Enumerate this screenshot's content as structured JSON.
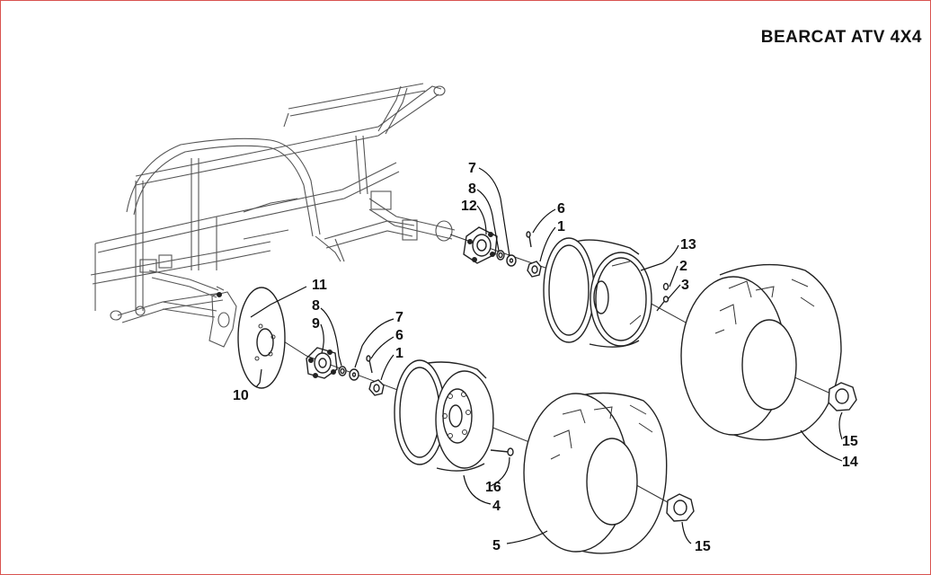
{
  "title": "BEARCAT ATV 4X4",
  "callouts": {
    "c7a": "7",
    "c8a": "8",
    "c12": "12",
    "c6a": "6",
    "c1a": "1",
    "c13": "13",
    "c2": "2",
    "c3": "3",
    "c11": "11",
    "c8b": "8",
    "c9": "9",
    "c10": "10",
    "c7b": "7",
    "c6b": "6",
    "c1b": "1",
    "c16": "16",
    "c4": "4",
    "c5": "5",
    "c15a": "15",
    "c15b": "15",
    "c14": "14"
  }
}
